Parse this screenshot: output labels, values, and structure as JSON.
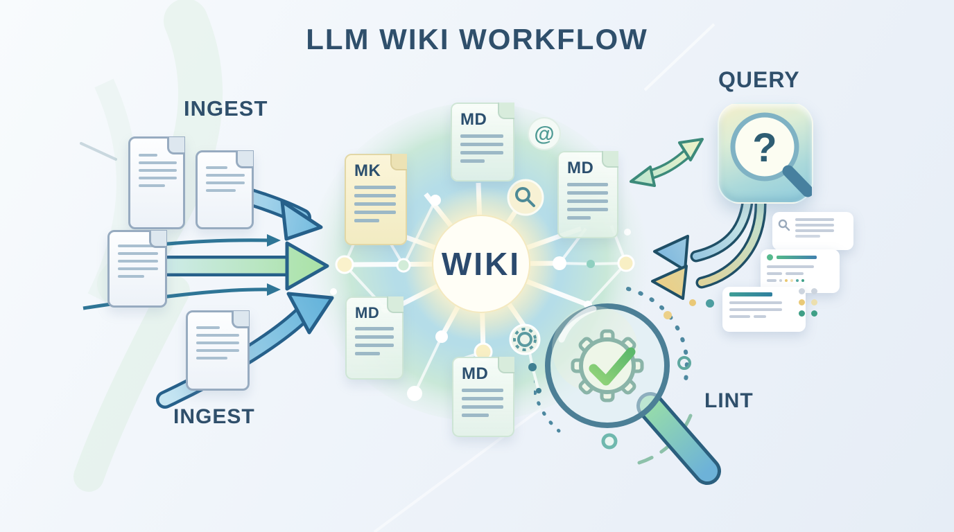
{
  "title": "LLM WIKI WORKFLOW",
  "hub": {
    "label": "WIKI"
  },
  "stages": {
    "ingest_top": "INGEST",
    "ingest_bottom": "INGEST",
    "query": "QUERY",
    "lint": "LINT"
  },
  "documents": {
    "mk": "MK",
    "md_top": "MD",
    "md_right": "MD",
    "md_lower_left": "MD",
    "md_bottom": "MD"
  },
  "icons": {
    "query_magnifier_glyph": "?",
    "at_mention_glyph": "@",
    "names": [
      "question-magnifier-icon",
      "at-icon",
      "search-node-icon",
      "gear-node-icon",
      "gear-check-magnifier-icon",
      "document-icon",
      "search-card-icon",
      "check-icon"
    ]
  },
  "colors": {
    "heading_text": "#2f4f6b",
    "hub_text": "#2b4a6e",
    "arrow_outline_blue": "#26608a",
    "arrow_blue": "#7cbfe2",
    "arrow_green": "#aee3a9",
    "arrow_yellow": "#eccf86",
    "arrow_teal_outline": "#3c8a7a",
    "hub_glow": "#fbf0c4",
    "network_blob": "#b7dfe9",
    "doc_border": "#97abc0",
    "card_green": "#57b98e",
    "card_teal": "#3f9e96",
    "dot_yellow": "#e9c977",
    "dot_green": "#3f9f86"
  }
}
